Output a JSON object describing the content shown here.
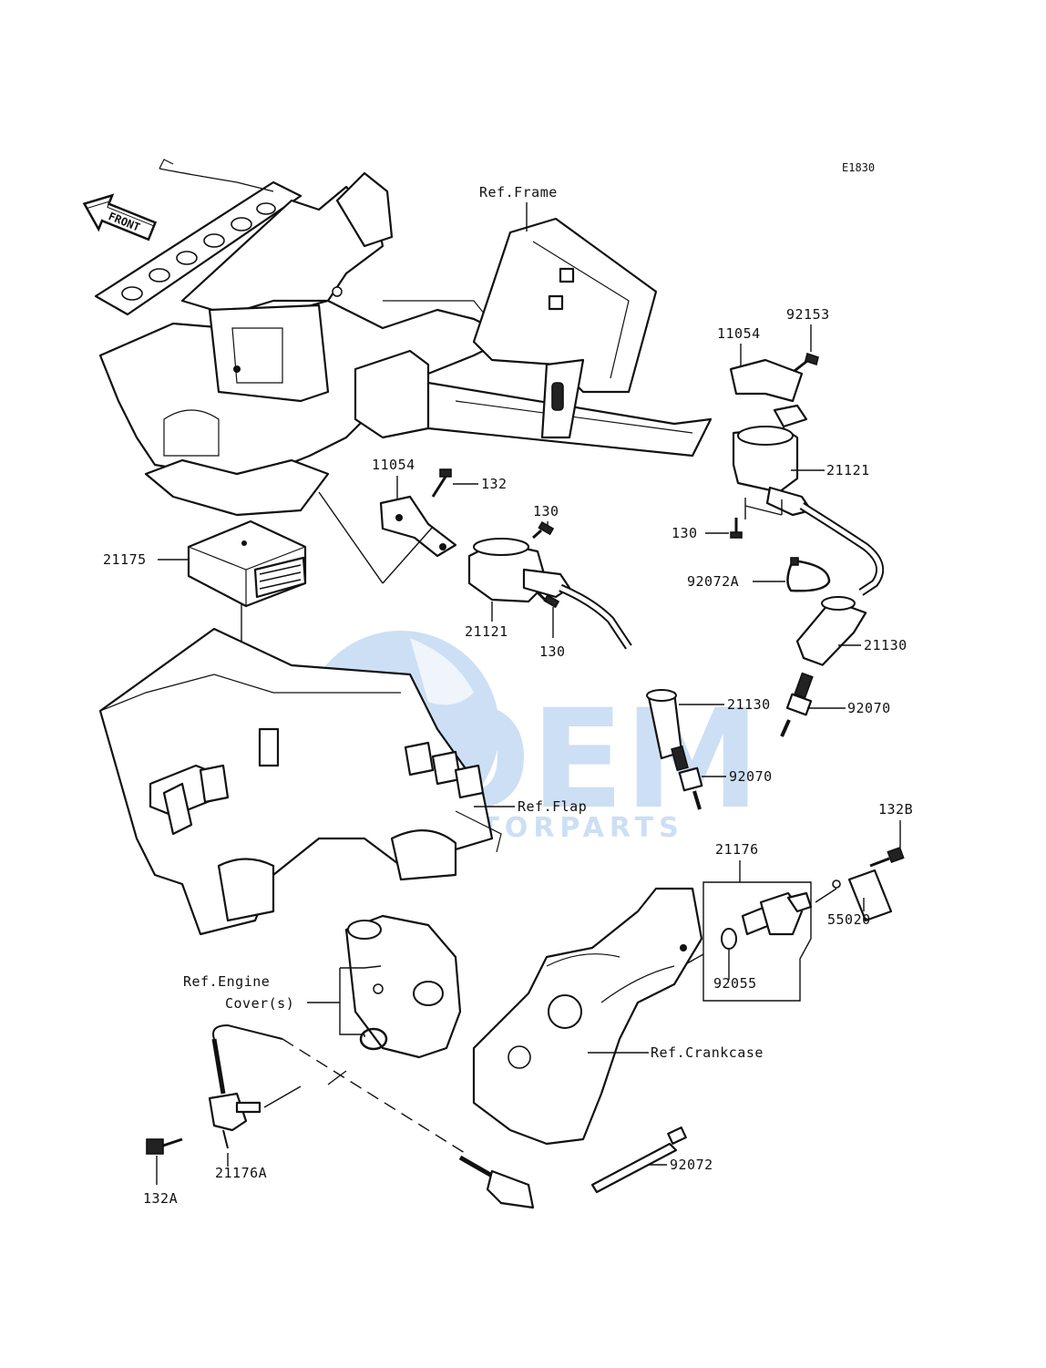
{
  "diagram_code": "E1830",
  "front_arrow": {
    "label": "FRONT",
    "icon": "front-arrow-icon"
  },
  "watermark": {
    "brand": "OEM",
    "sub": "MOTORPARTS",
    "color": "#4a90d9"
  },
  "labels": {
    "ref_frame": "Ref.Frame",
    "ref_flap": "Ref.Flap",
    "ref_engine_1": "Ref.Engine",
    "ref_engine_2": "Cover(s)",
    "ref_crankcase": "Ref.Crankcase",
    "p92153": "92153",
    "p11054_a": "11054",
    "p21121_a": "21121",
    "p11054_b": "11054",
    "p132": "132",
    "p130_a": "130",
    "p130_b": "130",
    "p130_c": "130",
    "p21175": "21175",
    "p21121_b": "21121",
    "p92072A": "92072A",
    "p21130_a": "21130",
    "p21130_b": "21130",
    "p92070_a": "92070",
    "p92070_b": "92070",
    "p132B": "132B",
    "p21176": "21176",
    "p55020": "55020",
    "p92055": "92055",
    "p132A": "132A",
    "p21176A": "21176A",
    "p92072": "92072"
  }
}
